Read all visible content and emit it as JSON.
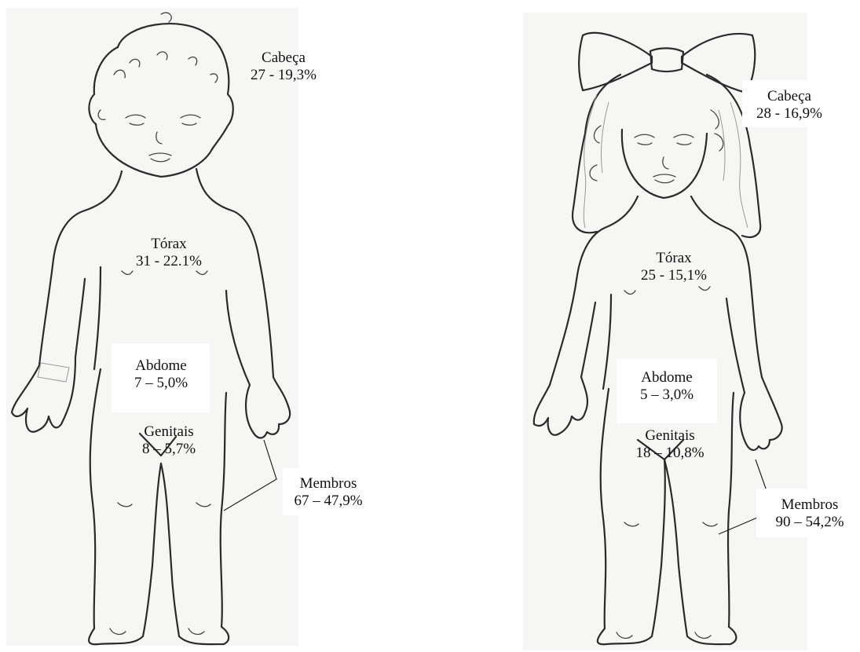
{
  "figures": [
    {
      "labels": [
        {
          "region": "Cabeça",
          "value": "27 - 19,3%"
        },
        {
          "region": "Tórax",
          "value": "31 - 22.1%"
        },
        {
          "region": "Abdome",
          "value": "7 – 5,0%"
        },
        {
          "region": "Genitais",
          "value": "8 – 5,7%"
        },
        {
          "region": "Membros",
          "value": "67 – 47,9%"
        }
      ]
    },
    {
      "labels": [
        {
          "region": "Cabeça",
          "value": "28 - 16,9%"
        },
        {
          "region": "Tórax",
          "value": "25 - 15,1%"
        },
        {
          "region": "Abdome",
          "value": "5 – 3,0%"
        },
        {
          "region": "Genitais",
          "value": "18 – 10,8%"
        },
        {
          "region": "Membros",
          "value": "90 – 54,2%"
        }
      ]
    }
  ]
}
